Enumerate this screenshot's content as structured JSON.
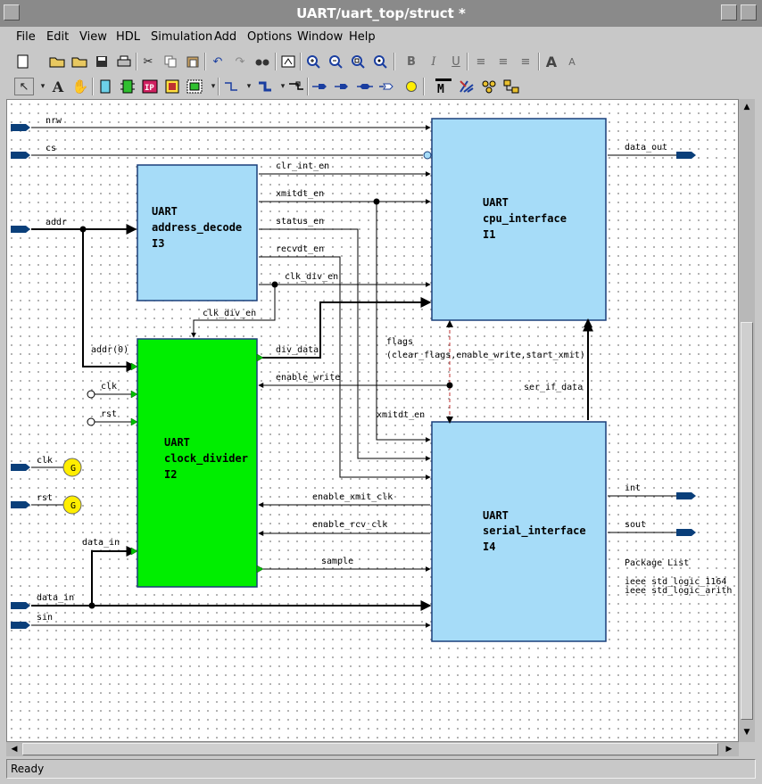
{
  "window": {
    "title": "UART/uart_top/struct *"
  },
  "menu": [
    "File",
    "Edit",
    "View",
    "HDL",
    "Simulation",
    "Add",
    "Options",
    "Window",
    "Help"
  ],
  "toolbar1": [
    "new",
    "open",
    "open-up",
    "save",
    "print",
    "cut",
    "copy",
    "paste",
    "undo",
    "redo",
    "find",
    "properties",
    "zoom-in",
    "zoom-out",
    "zoom-fit",
    "zoom-area",
    "bold",
    "italic",
    "underline",
    "align-left",
    "align-center",
    "align-right",
    "font-larger",
    "font-smaller"
  ],
  "toolbar2": [
    "select",
    "text",
    "pan",
    "add-block",
    "add-component",
    "add-ip",
    "add-embedded",
    "add-signal",
    "add-bus",
    "add-ripper",
    "connect",
    "bundle",
    "port-in",
    "port-out",
    "port-inout",
    "port-buffer",
    "add-global",
    "modelsim",
    "leonardo",
    "design-manager",
    "hierarchy"
  ],
  "blocks": {
    "i3": {
      "lib": "UART",
      "name": "address_decode",
      "inst": "I3"
    },
    "i2": {
      "lib": "UART",
      "name": "clock_divider",
      "inst": "I2"
    },
    "i1": {
      "lib": "UART",
      "name": "cpu_interface",
      "inst": "I1"
    },
    "i4": {
      "lib": "UART",
      "name": "serial_interface",
      "inst": "I4"
    }
  },
  "ports_in": [
    "nrw",
    "cs",
    "addr",
    "clk",
    "rst",
    "data_in",
    "sin"
  ],
  "ports_out": [
    "data_out",
    "int",
    "sout"
  ],
  "signals": {
    "clr_int_en": "clr_int_en",
    "xmitdt_en": "xmitdt_en",
    "status_en": "status_en",
    "recvdt_en": "recvdt_en",
    "clk_div_en": "clk_div_en",
    "clk_div_en2": "clk_div_en",
    "addr0": "addr(0)",
    "div_data": "div_data",
    "enable_write": "enable_write",
    "clk_local": "clk",
    "rst_local": "rst",
    "flags": "flags",
    "flags_detail": "(clear_flags,enable_write,start_xmit)",
    "ser_if_data": "ser_if_data",
    "xmitdt_en2": "xmitdt_en",
    "enable_xmit_clk": "enable_xmit_clk",
    "enable_rcv_clk": "enable_rcv_clk",
    "sample": "sample",
    "data_in_local": "data_in"
  },
  "globals": {
    "clk_symbol": "G",
    "rst_symbol": "G"
  },
  "package_list": {
    "title": "Package List",
    "items": [
      "ieee std_logic_1164",
      "ieee std_logic_arith"
    ]
  },
  "status": "Ready",
  "colors": {
    "block_blue": "#a6dcf8",
    "block_green": "#00ee00",
    "port": "#0a3f7a",
    "global": "#ffee00"
  }
}
